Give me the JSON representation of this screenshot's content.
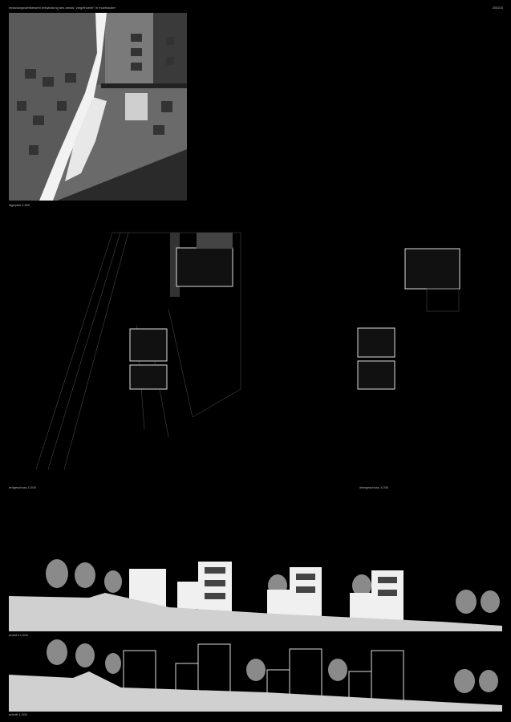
{
  "header": {
    "title": "einladungswettbewerb entwicklung des areals \"ziegelhoehe\" in muehlacker",
    "number": "200223"
  },
  "labels": {
    "site_plan": "lageplan 1:500",
    "ground_floor": "erdgeschoss 1:200",
    "upper_floor": "obergeschoss 1:200",
    "elevation": "ansicht 1:200",
    "section": "schnitt 1:200"
  },
  "colors": {
    "background": "#000000",
    "ground": "#d0d0d0",
    "building": "#f0f0f0",
    "tree": "#8a8a8a"
  }
}
